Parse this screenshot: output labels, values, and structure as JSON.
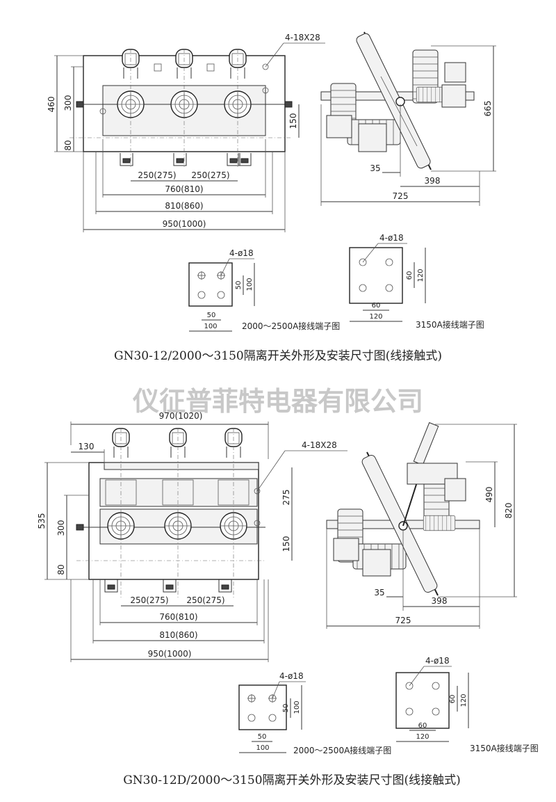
{
  "diagram1": {
    "caption": "GN30-12/2000～3150隔离开关外形及安装尺寸图(线接触式)",
    "front": {
      "callout": "4-18X28",
      "dims": {
        "height_total": "460",
        "height_mid": "300",
        "height_low": "80",
        "height_right": "150",
        "pitch_a": "250(275)",
        "pitch_b": "250(275)",
        "width_1": "760(810)",
        "width_2": "810(860)",
        "width_3": "950(1000)"
      }
    },
    "side": {
      "dims": {
        "height": "665",
        "offset": "35",
        "reach": "398",
        "width": "725"
      }
    },
    "terminal_2500": {
      "callout": "4-ø18",
      "v_inner": "50",
      "v_outer": "100",
      "h_inner": "50",
      "h_outer": "100",
      "label": "2000～2500A接线端子图"
    },
    "terminal_3150": {
      "callout": "4-ø18",
      "v_inner": "60",
      "v_outer": "120",
      "h_inner": "60",
      "h_outer": "120",
      "label": "3150A接线端子图"
    }
  },
  "watermark": "仪征普菲特电器有限公司",
  "diagram2": {
    "caption": "GN30-12D/2000～3150隔离开关外形及安装尺寸图(线接触式)",
    "front": {
      "top_width": "970(1020)",
      "left_offset": "130",
      "callout": "4-18X28",
      "dims": {
        "height_total": "535",
        "height_mid": "300",
        "height_low": "80",
        "height_upper": "275",
        "height_right": "150",
        "pitch_a": "250(275)",
        "pitch_b": "250(275)",
        "width_1": "760(810)",
        "width_2": "810(860)",
        "width_3": "950(1000)"
      }
    },
    "side": {
      "dims": {
        "height_upper": "490",
        "height_total": "820",
        "offset": "35",
        "reach": "398",
        "width": "725"
      }
    },
    "terminal_2500": {
      "callout": "4-ø18",
      "v_inner": "50",
      "v_outer": "100",
      "h_inner": "50",
      "h_outer": "100",
      "label": "2000～2500A接线端子图"
    },
    "terminal_3150": {
      "callout": "4-ø18",
      "v_inner": "60",
      "v_outer": "120",
      "h_inner": "60",
      "h_outer": "120",
      "label": "3150A接线端子图"
    }
  }
}
